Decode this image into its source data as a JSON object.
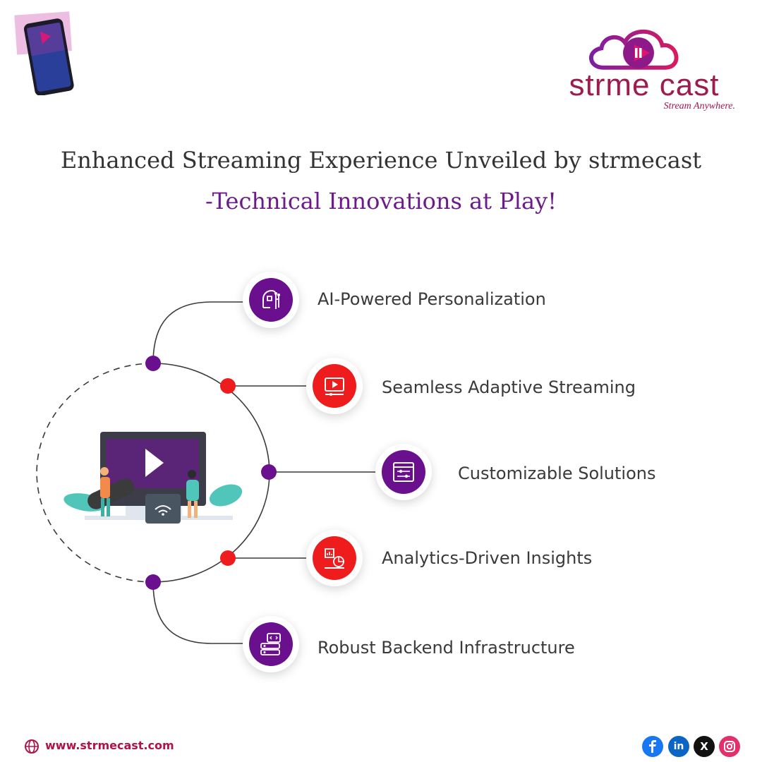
{
  "brand": {
    "name": "strme cast",
    "tagline": "Stream Anywhere."
  },
  "headline": {
    "line1": "Enhanced Streaming Experience Unveiled by strmecast",
    "line2": "-Technical Innovations at Play!"
  },
  "features": [
    {
      "label": "AI-Powered Personalization",
      "icon": "ai-brain-icon",
      "color": "#6a0f8e"
    },
    {
      "label": "Seamless Adaptive Streaming",
      "icon": "video-player-icon",
      "color": "#ee1c1c"
    },
    {
      "label": "Customizable Solutions",
      "icon": "settings-window-icon",
      "color": "#6a0f8e"
    },
    {
      "label": "Analytics-Driven Insights",
      "icon": "analytics-icon",
      "color": "#ee1c1c"
    },
    {
      "label": "Robust Backend Infrastructure",
      "icon": "server-code-icon",
      "color": "#6a0f8e"
    }
  ],
  "footer": {
    "url": "www.strmecast.com",
    "social": [
      "facebook-icon",
      "linkedin-icon",
      "x-icon",
      "instagram-icon"
    ]
  },
  "colors": {
    "purple": "#6a0f8e",
    "red": "#ee1c1c",
    "brand": "#9c1c4f"
  }
}
